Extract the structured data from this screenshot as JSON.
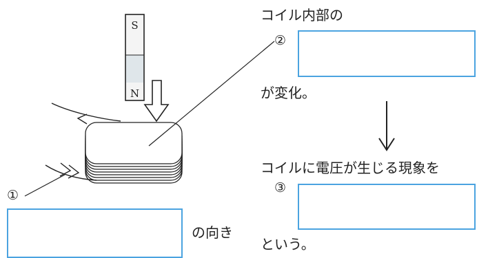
{
  "magnet": {
    "top_pole": "S",
    "bottom_pole": "N",
    "accent": "#4aa3e0"
  },
  "labels": {
    "marker1": "①",
    "marker2": "②",
    "marker3": "③",
    "blank1_suffix": "の向き",
    "coil_inside": "コイル内部の",
    "changes": "が変化。",
    "phenomenon": "コイルに電圧が生じる現象を",
    "is_called": "という。"
  },
  "blanks": [
    {
      "id": 1,
      "value": ""
    },
    {
      "id": 2,
      "value": ""
    },
    {
      "id": 3,
      "value": ""
    }
  ]
}
